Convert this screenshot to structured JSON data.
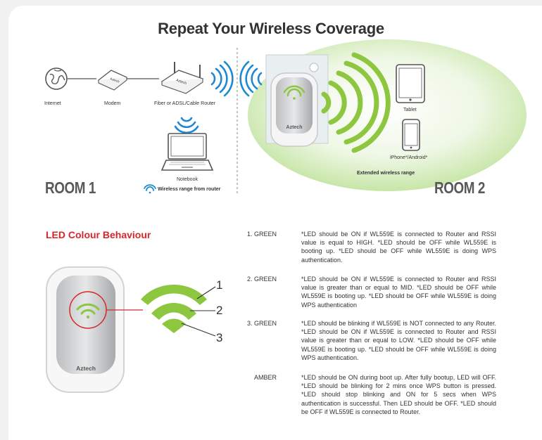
{
  "title": "Repeat Your Wireless Coverage",
  "diagram": {
    "devices": {
      "internet": "Internet",
      "modem": "Modem",
      "router": "Fiber or ADSL/Cable Router",
      "notebook": "Notebook",
      "tablet": "Tablet",
      "phone": "iPhone*/Android*"
    },
    "router_brand": "Aztech",
    "modem_brand": "Aztech",
    "extender_brand": "Aztech",
    "range_from_router": "Wireless range from router",
    "extended_range": "Extended wireless range",
    "room1": "ROOM 1",
    "room2": "ROOM 2"
  },
  "led": {
    "heading": "LED Colour Behaviour",
    "device_brand": "Aztech",
    "callouts": [
      "1",
      "2",
      "3"
    ],
    "items": [
      {
        "label": "1. GREEN",
        "text": "*LED should be ON if WL559E is connected to Router and RSSI value is equal to HIGH. *LED should be OFF while WL559E is booting up. *LED should be OFF while WL559E is doing WPS authentication."
      },
      {
        "label": "2. GREEN",
        "text": "*LED should be ON if WL559E is connected to Router and RSSI value is greater than or equal to MID. *LED should be OFF while WL559E is booting up. *LED should be OFF while WL559E is doing WPS authentication"
      },
      {
        "label": "3. GREEN",
        "text": "*LED should be blinking if WL559E is NOT connected to any Router. *LED should be ON if WL559E is connected to Router and RSSI value is greater than or equal to LOW. *LED should be OFF while WL559E is booting up. *LED should be OFF while WL559E is doing WPS authentication."
      },
      {
        "label": "AMBER",
        "text": "*LED should be ON during boot up. After fully bootup, LED will OFF. *LED should be blinking for 2 mins once WPS button is pressed. *LED should stop blinking and ON for 5 secs when WPS authentication is successful. Then LED should be OFF. *LED should be OFF if WL559E is connected to Router."
      }
    ]
  },
  "colors": {
    "green": "#8dc63f",
    "blue": "#1e88d2",
    "red": "#d7262a",
    "ellipse": "#d6ecc0"
  }
}
